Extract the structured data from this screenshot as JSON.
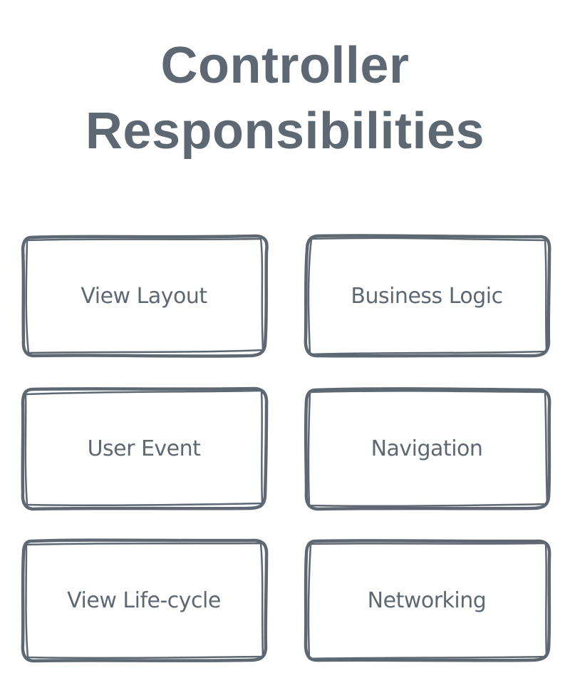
{
  "title": {
    "line1": "Controller",
    "line2": "Responsibilities"
  },
  "responsibilities": [
    {
      "label": "View Layout"
    },
    {
      "label": "Business Logic"
    },
    {
      "label": "User Event"
    },
    {
      "label": "Navigation"
    },
    {
      "label": "View Life-cycle"
    },
    {
      "label": "Networking"
    }
  ],
  "colors": {
    "ink": "#5d6872",
    "background": "#ffffff"
  }
}
